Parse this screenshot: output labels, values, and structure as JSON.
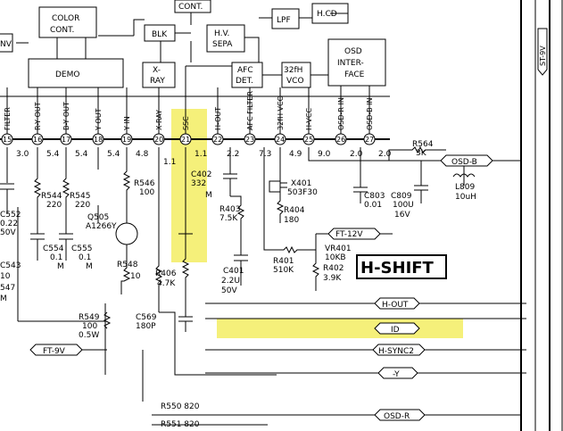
{
  "blocks": {
    "nv": "NV",
    "color_cont": [
      "COLOR",
      "CONT."
    ],
    "cont": "CONT.",
    "lpf": "LPF",
    "hcd": "H.CD",
    "blk": "BLK",
    "hv_sepa": [
      "H.V.",
      "SEPA"
    ],
    "demo": "DEMO",
    "xray": [
      "X-",
      "RAY"
    ],
    "afc_det": [
      "AFC",
      "DET."
    ],
    "vco": [
      "32fH",
      "VCO"
    ],
    "osd_interface": [
      "OSD",
      "INTER-",
      "FACE"
    ]
  },
  "pins": [
    {
      "num": "15",
      "label": "FILTER",
      "voltage": "3.0"
    },
    {
      "num": "16",
      "label": "R-Y OUT",
      "voltage": "5.4"
    },
    {
      "num": "17",
      "label": "B-Y OUT",
      "voltage": "5.4"
    },
    {
      "num": "18",
      "label": "Y OUT",
      "voltage": "5.4"
    },
    {
      "num": "19",
      "label": "Y IN",
      "voltage": "4.8"
    },
    {
      "num": "20",
      "label": "X-RAY",
      "voltage": ""
    },
    {
      "num": "21",
      "label": "SSC",
      "voltage": "1.1"
    },
    {
      "num": "22",
      "label": "H-OUT",
      "voltage": "2.2"
    },
    {
      "num": "23",
      "label": "AFC FILTER",
      "voltage": "7.3"
    },
    {
      "num": "24",
      "label": "32fH VCO",
      "voltage": "4.9"
    },
    {
      "num": "25",
      "label": "H-VCC",
      "voltage": "9.0"
    },
    {
      "num": "26",
      "label": "OSD-R IN",
      "voltage": "2.0"
    },
    {
      "num": "27",
      "label": "OSD-B IN",
      "voltage": "2.0"
    }
  ],
  "pin20_extra_voltage": "1.1",
  "components": {
    "c552": [
      "C552",
      "0.22",
      "50V"
    ],
    "r544": [
      "R544",
      "220"
    ],
    "r545": [
      "R545",
      "220"
    ],
    "r546": [
      "R546",
      "100"
    ],
    "q505": [
      "Q505",
      "A1266Y"
    ],
    "c543": [
      "C543",
      "10"
    ],
    "c547": [
      "547",
      "M"
    ],
    "c554": [
      "C554",
      "0.1",
      "M"
    ],
    "c555": [
      "C555",
      "0.1",
      "M"
    ],
    "r548": [
      "R548",
      "10"
    ],
    "r406": [
      "R406",
      "4.7K"
    ],
    "c402": [
      "C402",
      "332",
      "M"
    ],
    "r403": [
      "R403",
      "7.5K"
    ],
    "c401": [
      "C401",
      "2.2U",
      "50V"
    ],
    "x401": [
      "X401",
      "503F30"
    ],
    "r404": [
      "R404",
      "180"
    ],
    "r401": [
      "R401",
      "510K"
    ],
    "vr401": [
      "VR401",
      "10KB"
    ],
    "r402": [
      "R402",
      "3.9K"
    ],
    "c803": [
      "C803",
      "0.01"
    ],
    "c809": [
      "C809",
      "100U",
      "16V"
    ],
    "l809": [
      "L809",
      "10uH"
    ],
    "r564": [
      "R564",
      "3K"
    ],
    "r549": [
      "R549",
      "100",
      "0.5W"
    ],
    "c569": [
      "C569",
      "180P"
    ],
    "r550": "R550  820",
    "r551": "R551  820"
  },
  "signals": {
    "osd_b": "OSD-B",
    "ft_12v": "FT-12V",
    "h_out": "H-OUT",
    "id": "ID",
    "h_sync2": "H-SYNC2",
    "minus_y": "-Y",
    "ft_9v": "FT-9V",
    "osd_r": "OSD-R",
    "st_9v": "ST-9V"
  },
  "title_box": "H-SHIFT",
  "colors": {
    "highlight": "#f5f07a",
    "ink": "#000000"
  }
}
